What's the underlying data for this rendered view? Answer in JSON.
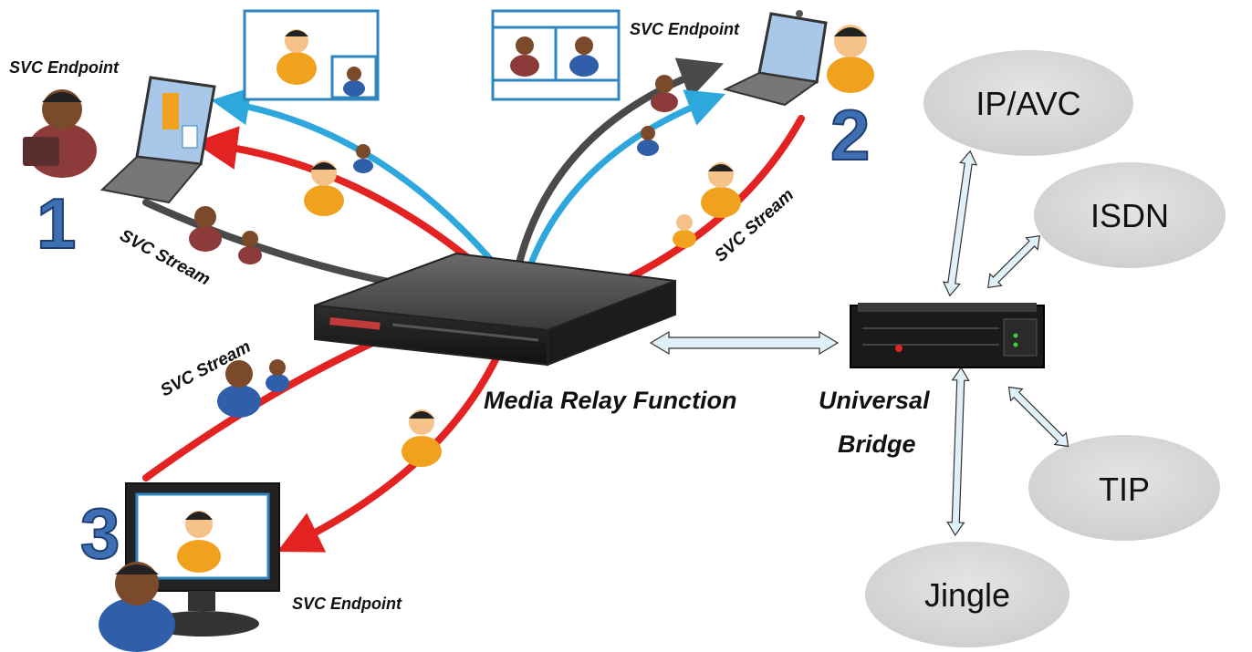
{
  "endpoints": {
    "one": {
      "number": "1",
      "label": "SVC Endpoint"
    },
    "two": {
      "number": "2",
      "label": "SVC Endpoint"
    },
    "three": {
      "number": "3",
      "label": "SVC Endpoint"
    }
  },
  "streams": {
    "stream_one": "SVC Stream",
    "stream_two": "SVC Stream",
    "stream_three": "SVC Stream"
  },
  "relay": {
    "label": "Media Relay Function"
  },
  "bridge": {
    "line1": "Universal",
    "line2": "Bridge"
  },
  "protocols": {
    "ip_avc": "IP/AVC",
    "isdn": "ISDN",
    "tip": "TIP",
    "jingle": "Jingle"
  },
  "colors": {
    "red": "#e32222",
    "blue": "#2ea7dc",
    "dark": "#4a4a4a",
    "number_blue": "#3f6fb3",
    "ellipse_gray": "#dcdcdc",
    "pale_arrow": "#dff0f8"
  }
}
